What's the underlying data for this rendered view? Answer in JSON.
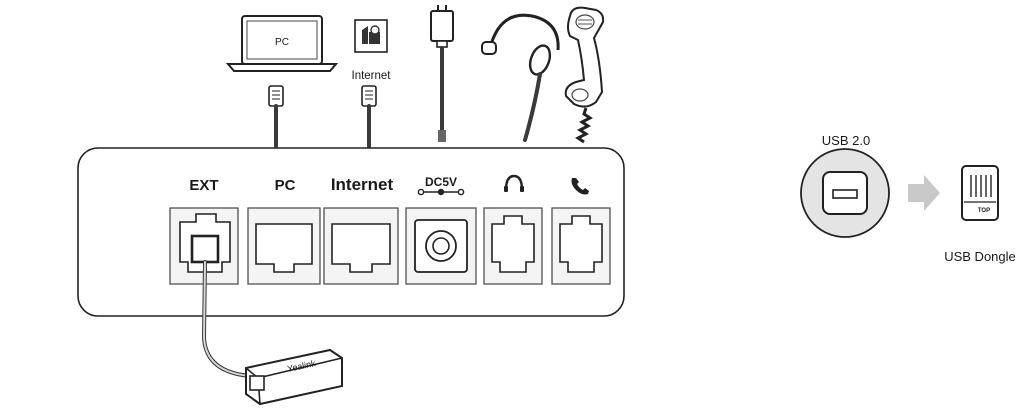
{
  "top_devices": {
    "pc_label": "PC",
    "internet_label": "Internet"
  },
  "ports": [
    {
      "id": "ext",
      "label": "EXT"
    },
    {
      "id": "pc",
      "label": "PC"
    },
    {
      "id": "internet",
      "label": "Internet"
    },
    {
      "id": "dc",
      "label": "DC5V"
    },
    {
      "id": "headset",
      "icon": "headset-icon"
    },
    {
      "id": "handset",
      "icon": "handset-icon"
    }
  ],
  "usb": {
    "port_label": "USB 2.0",
    "dongle_label": "USB Dongle",
    "dongle_marking": "TOP"
  },
  "ext_module": {
    "marking": "Yealink"
  },
  "colors": {
    "line": "#222222",
    "arrow": "#c8c8c8",
    "usb_ring": "#e2e2e2"
  }
}
